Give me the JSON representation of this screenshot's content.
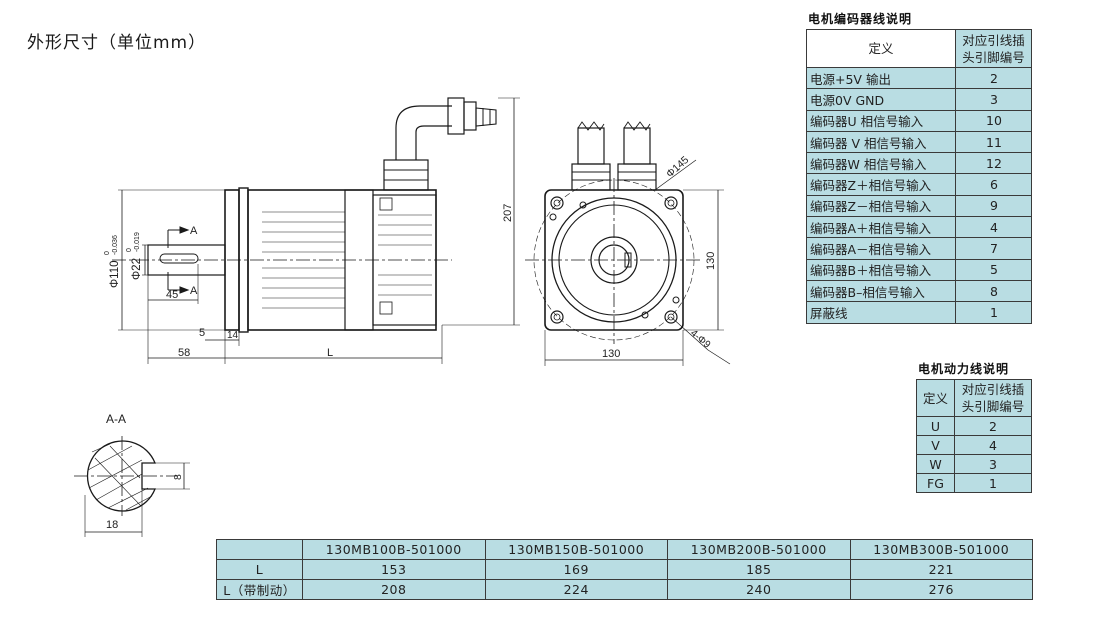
{
  "title": "外形尺寸（单位mm）",
  "drawing_labels": {
    "section_a_top": "A",
    "section_a_bottom": "A",
    "dia_110": "Φ110",
    "dia_110_tol_up": "0",
    "dia_110_tol_low": "-0.036",
    "dia_22": "Φ22",
    "dia_22_tol_up": "0",
    "dia_22_tol_low": "-0.019",
    "dim_45": "45",
    "dim_5": "5",
    "dim_14": "14",
    "dim_58": "58",
    "dim_L": "L",
    "dim_207": "207",
    "dim_phi145": "Φ145",
    "dim_130_v": "130",
    "dim_130_h": "130",
    "dim_holes": "4-Φ9",
    "section_title": "A-A",
    "dim_8": "8",
    "dim_18": "18"
  },
  "encoder_table": {
    "caption": "电机编码器线说明",
    "header_def": "定义",
    "header_pin_1": "对应引线插",
    "header_pin_2": "头引脚编号",
    "rows": [
      {
        "def": "电源+5V 输出",
        "pin": "2"
      },
      {
        "def": "电源0V GND",
        "pin": "3"
      },
      {
        "def": "编码器U 相信号输入",
        "pin": "10"
      },
      {
        "def": "编码器 V 相信号输入",
        "pin": "11"
      },
      {
        "def": "编码器W 相信号输入",
        "pin": "12"
      },
      {
        "def": "编码器Z＋相信号输入",
        "pin": "6"
      },
      {
        "def": "编码器Z－相信号输入",
        "pin": "9"
      },
      {
        "def": "编码器A＋相信号输入",
        "pin": "4"
      },
      {
        "def": "编码器A－相信号输入",
        "pin": "7"
      },
      {
        "def": "编码器B＋相信号输入",
        "pin": "5"
      },
      {
        "def": "编码器B–相信号输入",
        "pin": "8"
      },
      {
        "def": "屏蔽线",
        "pin": "1"
      }
    ]
  },
  "power_table": {
    "caption": "电机动力线说明",
    "header_def": "定义",
    "header_pin_1": "对应引线插",
    "header_pin_2": "头引脚编号",
    "rows": [
      {
        "def": "U",
        "pin": "2"
      },
      {
        "def": "V",
        "pin": "4"
      },
      {
        "def": "W",
        "pin": "3"
      },
      {
        "def": "FG",
        "pin": "1"
      }
    ]
  },
  "model_table": {
    "models": [
      "130MB100B-501000",
      "130MB150B-501000",
      "130MB200B-501000",
      "130MB300B-501000"
    ],
    "rows": [
      {
        "label": "L",
        "values": [
          "153",
          "169",
          "185",
          "221"
        ]
      },
      {
        "label": "L（带制动）",
        "values": [
          "208",
          "224",
          "240",
          "276"
        ]
      }
    ]
  },
  "colors": {
    "table_fill": "#b9dde3",
    "line": "#1a1a1a"
  }
}
